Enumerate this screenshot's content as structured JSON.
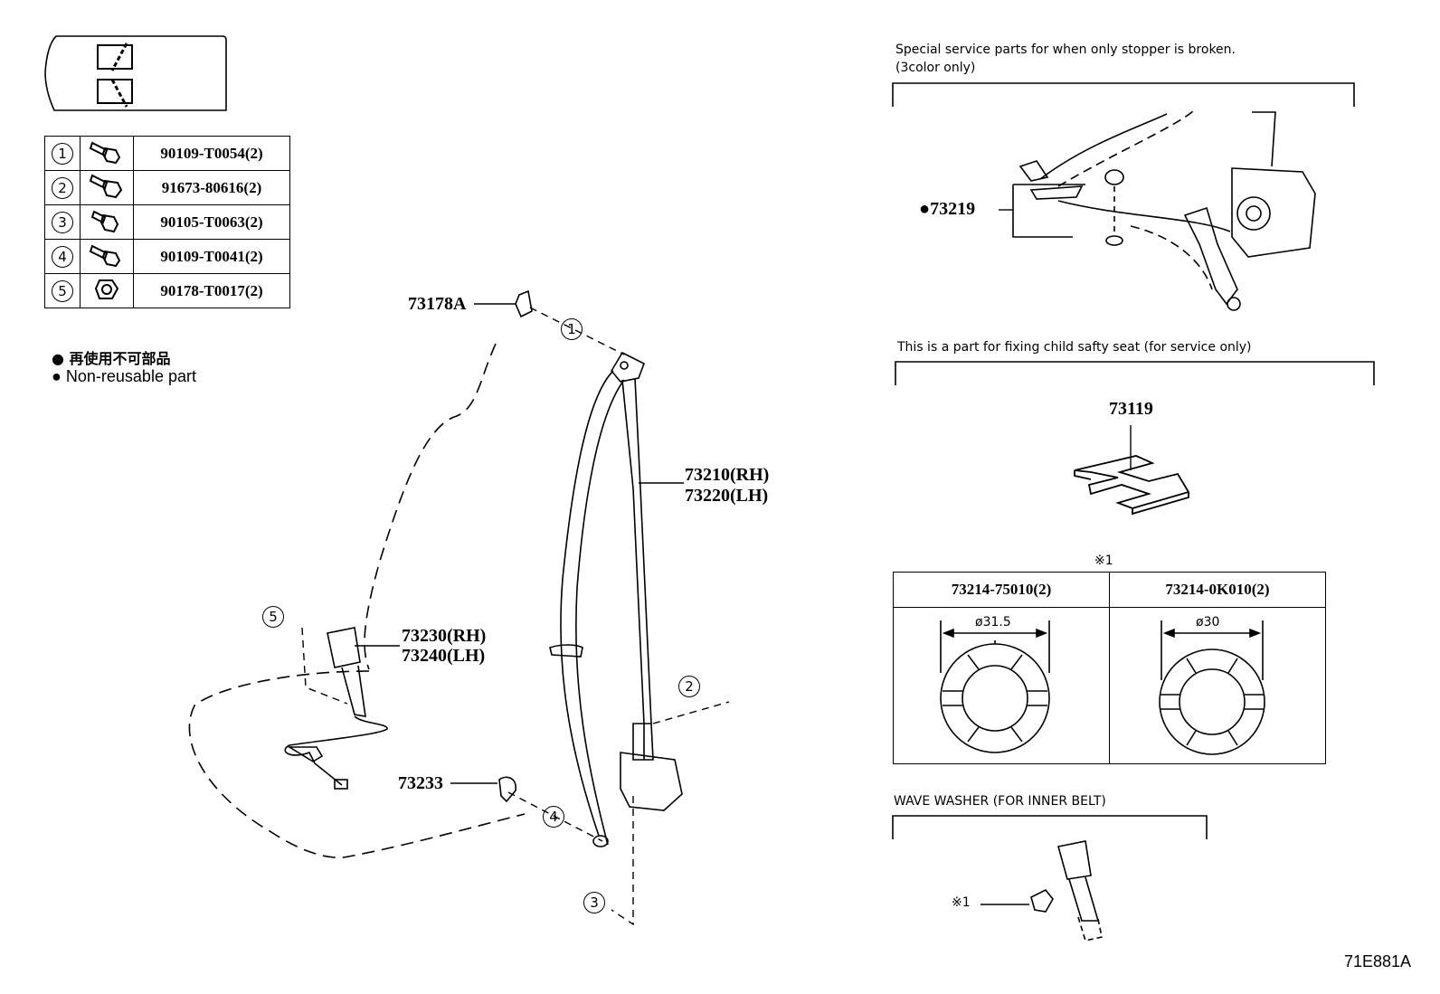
{
  "fastener_table": [
    {
      "no": "1",
      "part": "90109-T0054(2)",
      "icon": "bolt-icon"
    },
    {
      "no": "2",
      "part": "91673-80616(2)",
      "icon": "bolt-icon"
    },
    {
      "no": "3",
      "part": "90105-T0063(2)",
      "icon": "bolt-icon"
    },
    {
      "no": "4",
      "part": "90109-T0041(2)",
      "icon": "bolt-icon"
    },
    {
      "no": "5",
      "part": "90178-T0017(2)",
      "icon": "nut-icon"
    }
  ],
  "legend": {
    "jp": "再使用不可部品",
    "en": "Non-reusable part",
    "marker": "●"
  },
  "main_labels": {
    "anchor_cover": "73178A",
    "belt_rh": "73210(RH)",
    "belt_lh": "73220(LH)",
    "buckle_rh": "73230(RH)",
    "buckle_lh": "73240(LH)",
    "clip": "73233",
    "callout_1": "1",
    "callout_2": "2",
    "callout_3": "3",
    "callout_4": "4",
    "callout_5": "5"
  },
  "stopper_section": {
    "title_line1": "Special service parts for when only stopper is broken.",
    "title_line2": "(3color only)",
    "part": "73219"
  },
  "child_seat_section": {
    "title": "This is a part for fixing child safty seat (for service only)",
    "part": "73119"
  },
  "washer_table": {
    "mark": "※1",
    "col1_part": "73214-75010(2)",
    "col1_dim": "ø31.5",
    "col2_part": "73214-0K010(2)",
    "col2_dim": "ø30"
  },
  "wave_washer_section": {
    "title": "WAVE WASHER (FOR INNER BELT)",
    "mark": "※1"
  },
  "figure_code": "71E881A"
}
